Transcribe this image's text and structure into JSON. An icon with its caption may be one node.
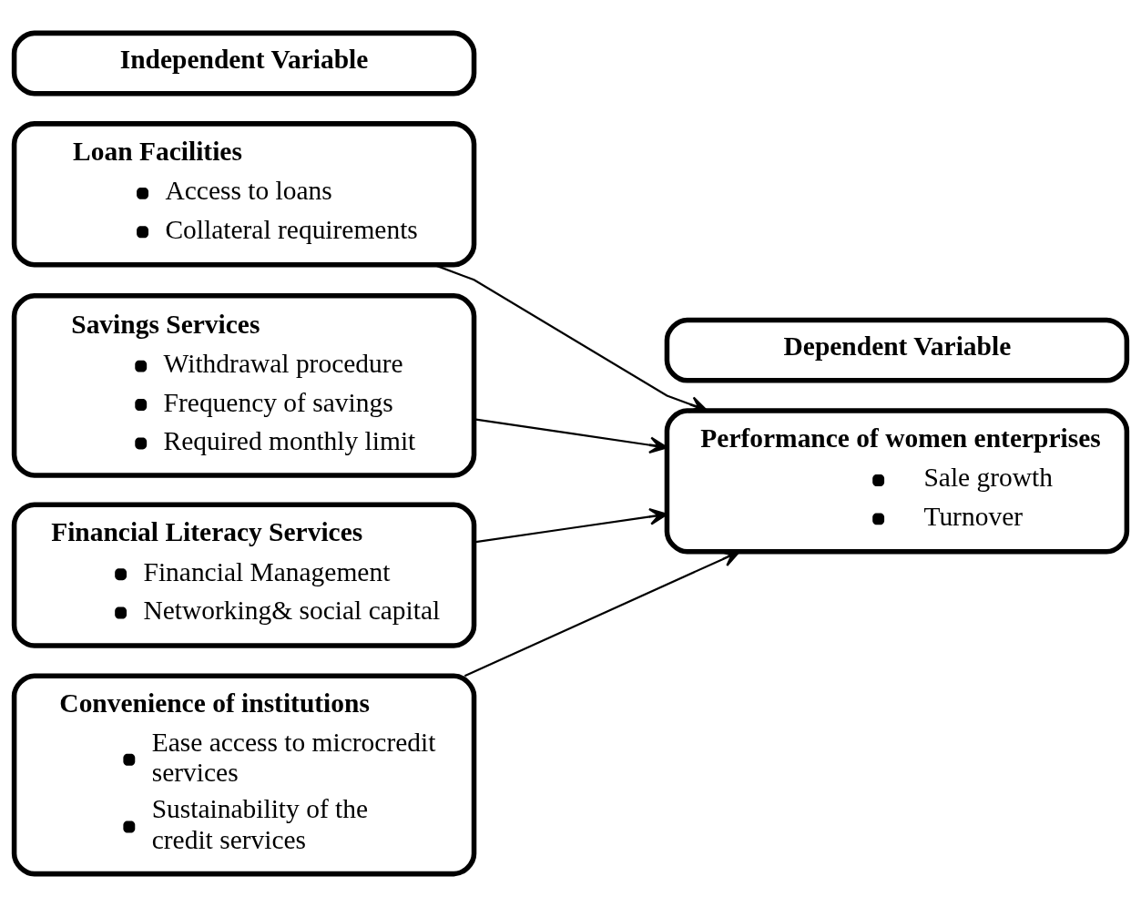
{
  "diagram": {
    "nodes": [
      {
        "text": [
          "Independent Variable"
        ]
      },
      {
        "text": [
          "Dependent Variable"
        ]
      },
      {
        "text": [
          "Loan Facilities",
          "Access to loans",
          "Collateral requirements"
        ]
      },
      {
        "text": [
          "Savings Services",
          "Withdrawal procedure",
          "Frequency of savings",
          "Required monthly limit"
        ]
      },
      {
        "text": [
          "Financial Literacy Services",
          "Financial Management",
          "Networking& social capital"
        ]
      },
      {
        "text": [
          "Convenience of institutions",
          "Ease access to microcredit services",
          "Sustainability of the credit services"
        ]
      },
      {
        "text": [
          "Performance of women enterprises",
          "Sale growth",
          "Turnover"
        ]
      }
    ],
    "edges": [
      {
        "from": 2,
        "to": 6,
        "arrow": "to"
      },
      {
        "from": 3,
        "to": 6,
        "arrow": "to"
      },
      {
        "from": 4,
        "to": 6,
        "arrow": "to"
      },
      {
        "from": 5,
        "to": 6,
        "arrow": "to"
      }
    ]
  }
}
